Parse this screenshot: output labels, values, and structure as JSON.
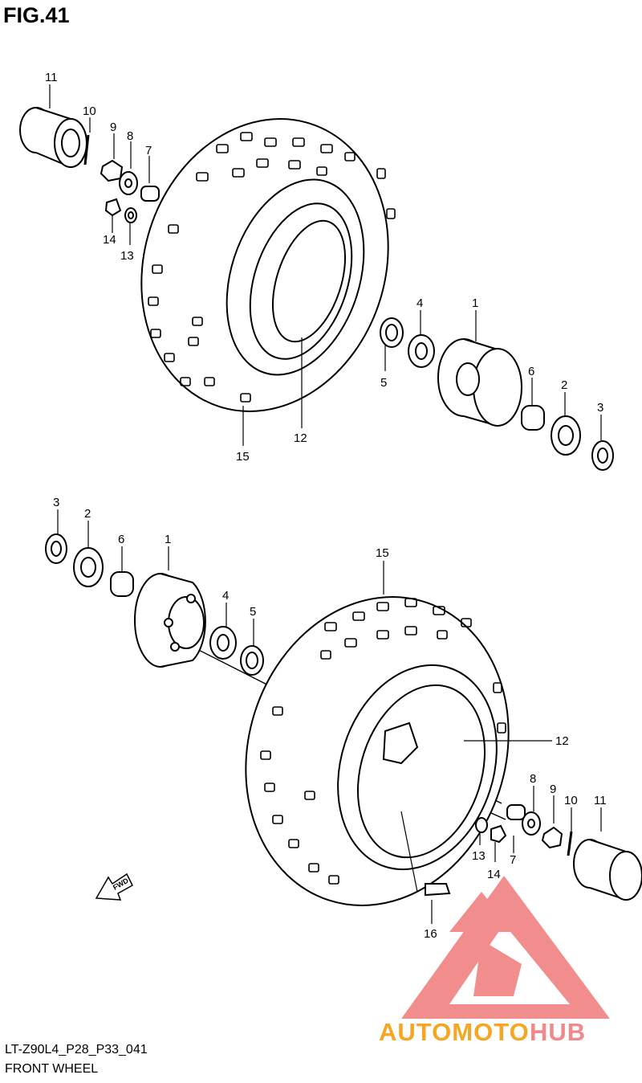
{
  "figure": {
    "title": "FIG.41"
  },
  "footer": {
    "code": "LT-Z90L4_P28_P33_041",
    "name": "FRONT WHEEL"
  },
  "fwd_label": "FWD",
  "watermark": {
    "part1": "AUTOMOTO",
    "part2": "HUB",
    "color1": "#f5a623",
    "color2": "#f08a8a",
    "logo_color": "#f07a7a"
  },
  "callouts": {
    "top": [
      "11",
      "10",
      "9",
      "8",
      "7",
      "14",
      "13",
      "4",
      "1",
      "5",
      "6",
      "2",
      "3",
      "12",
      "15"
    ],
    "bottom": [
      "3",
      "2",
      "6",
      "1",
      "4",
      "5",
      "15",
      "12",
      "8",
      "9",
      "10",
      "11",
      "13",
      "7",
      "14",
      "16"
    ]
  }
}
